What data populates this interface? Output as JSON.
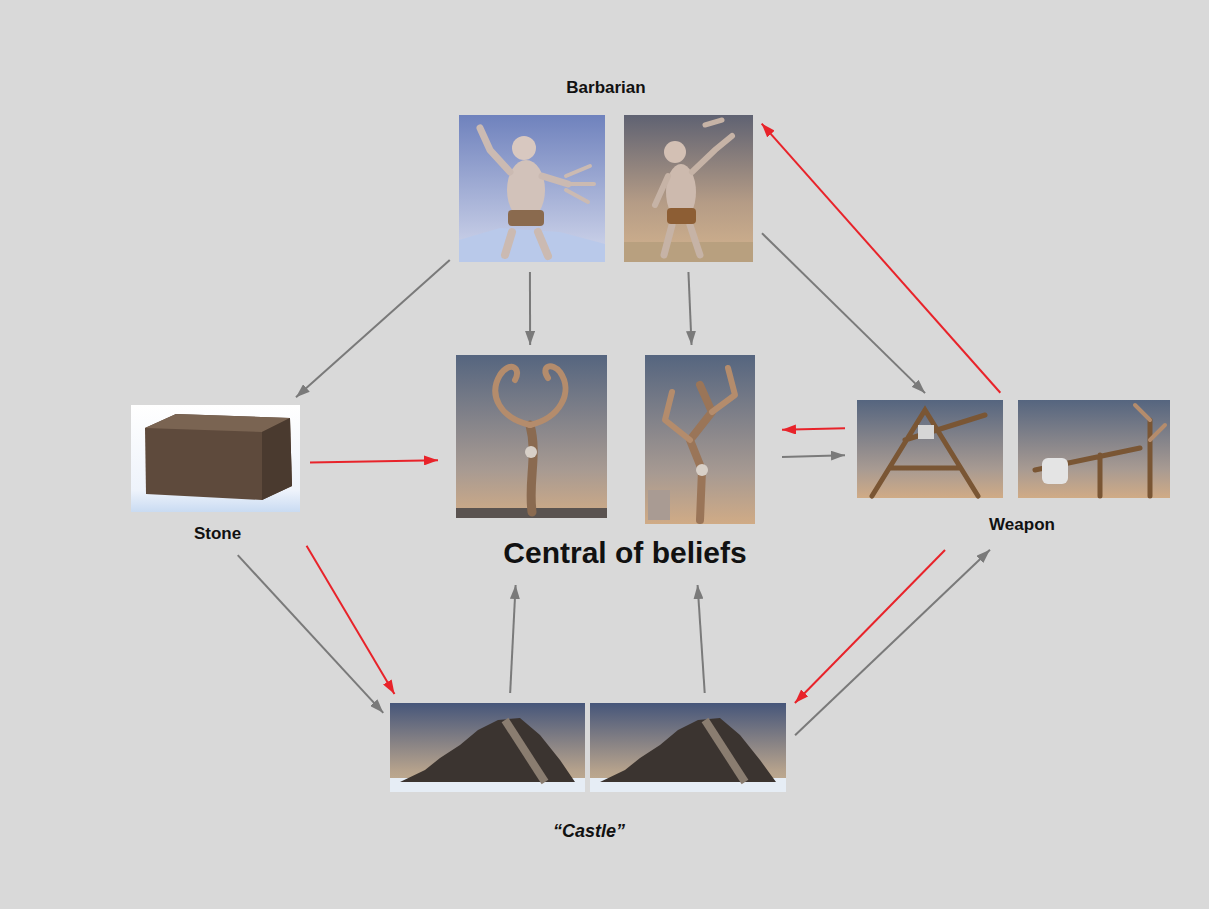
{
  "diagram": {
    "nodes": [
      {
        "text": [
          "Barbarian"
        ]
      },
      {
        "text": [
          "Stone"
        ]
      },
      {
        "text": [
          "Central of beliefs"
        ]
      },
      {
        "text": [
          "Weapon"
        ]
      },
      {
        "text": [
          "“Castle”"
        ]
      }
    ],
    "edges": [
      {
        "from": 0,
        "to": 1,
        "arrow": "to"
      },
      {
        "from": 0,
        "to": 2,
        "arrow": "to"
      },
      {
        "from": 0,
        "to": 2,
        "arrow": "to"
      },
      {
        "from": 0,
        "to": 3,
        "arrow": "to"
      },
      {
        "from": 3,
        "to": 0,
        "arrow": "to"
      },
      {
        "from": 1,
        "to": 2,
        "arrow": "to"
      },
      {
        "from": 2,
        "to": 3,
        "arrow": "to"
      },
      {
        "from": 3,
        "to": 2,
        "arrow": "to"
      },
      {
        "from": 1,
        "to": 4,
        "arrow": "to"
      },
      {
        "from": 1,
        "to": 4,
        "arrow": "to"
      },
      {
        "from": 3,
        "to": 4,
        "arrow": "to"
      },
      {
        "from": 4,
        "to": 3,
        "arrow": "to"
      },
      {
        "from": 4,
        "to": 2,
        "arrow": "to"
      },
      {
        "from": 4,
        "to": 2,
        "arrow": "to"
      }
    ]
  }
}
